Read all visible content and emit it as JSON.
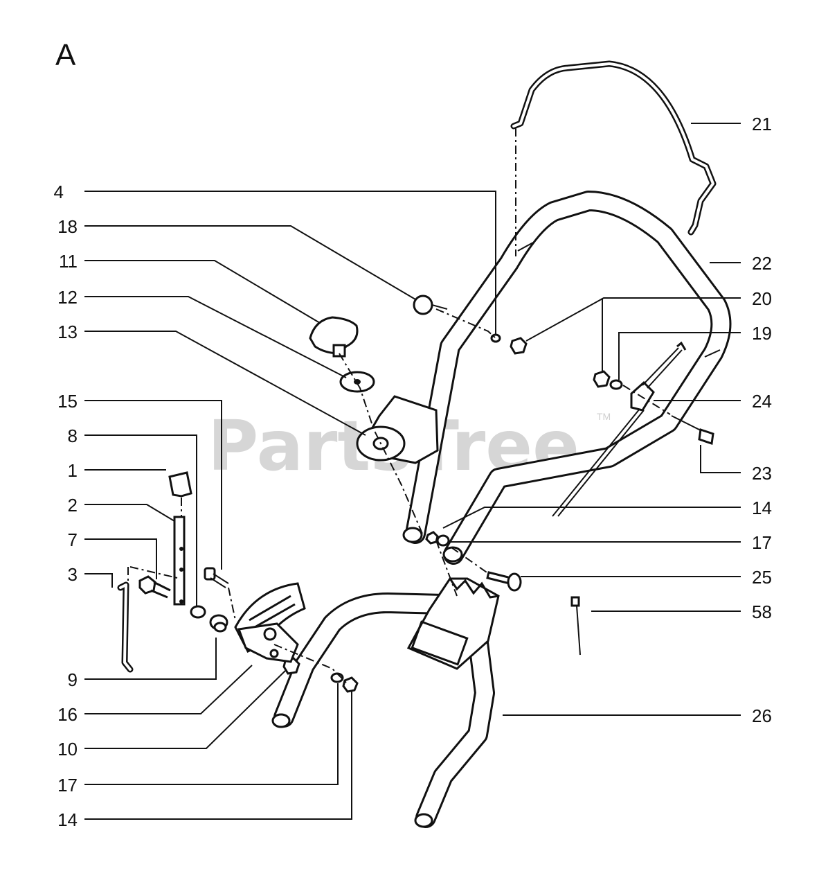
{
  "diagram": {
    "section_label": "A",
    "watermark": "PartsTree",
    "watermark_tm": "TM",
    "callouts": {
      "c4": "4",
      "c18": "18",
      "c11": "11",
      "c12": "12",
      "c13": "13",
      "c15": "15",
      "c8": "8",
      "c1": "1",
      "c2": "2",
      "c7": "7",
      "c3": "3",
      "c9": "9",
      "c16": "16",
      "c10": "10",
      "c17a": "17",
      "c14a": "14",
      "c21": "21",
      "c22": "22",
      "c20": "20",
      "c19": "19",
      "c24": "24",
      "c23": "23",
      "c14b": "14",
      "c17b": "17",
      "c25": "25",
      "c58": "58",
      "c26": "26"
    }
  }
}
